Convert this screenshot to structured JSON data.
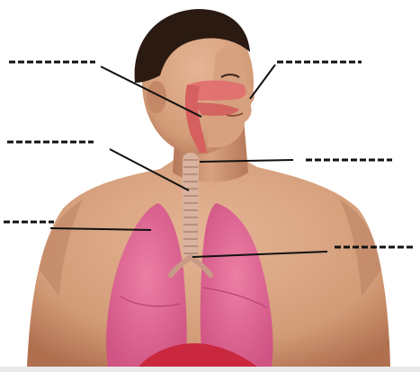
{
  "diagram": {
    "subject": "human-respiratory-system",
    "colors": {
      "background": "#ffffff",
      "skin": "#d8a582",
      "skin_shadow": "#b97d5c",
      "hair": "#2a1a12",
      "lung": "#e0628f",
      "lung_dark": "#c24a75",
      "airway": "#d86b6b",
      "trachea": "#d9b2a0",
      "diaphragm": "#c9283e",
      "leader_line": "#111111",
      "blank_line": "#111111"
    },
    "labels": [
      {
        "id": "nasal-cavity",
        "blank": "",
        "side": "right"
      },
      {
        "id": "pharynx",
        "blank": "",
        "side": "left"
      },
      {
        "id": "larynx",
        "blank": "",
        "side": "right"
      },
      {
        "id": "trachea",
        "blank": "",
        "side": "left"
      },
      {
        "id": "lung",
        "blank": "",
        "side": "left"
      },
      {
        "id": "bronchus",
        "blank": "",
        "side": "right"
      }
    ]
  }
}
